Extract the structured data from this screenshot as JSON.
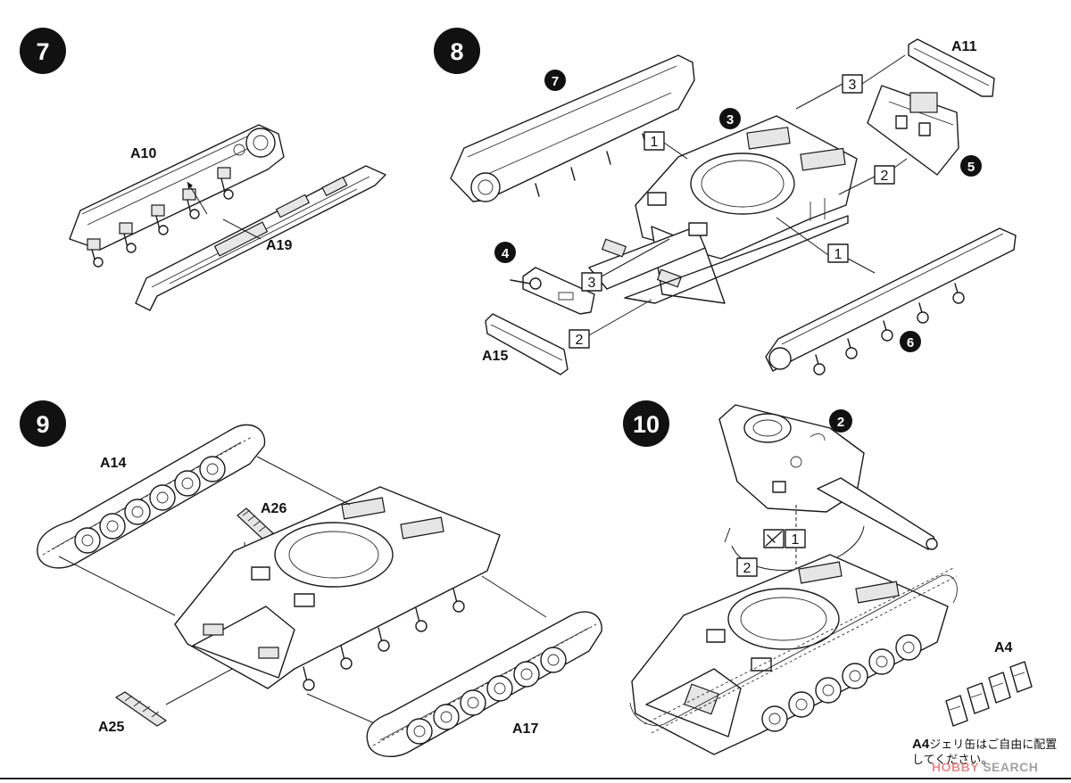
{
  "steps": [
    {
      "number": "7"
    },
    {
      "number": "8"
    },
    {
      "number": "9"
    },
    {
      "number": "10"
    }
  ],
  "step7": {
    "parts": [
      "A10",
      "A19"
    ]
  },
  "step8": {
    "ref_steps": [
      "7",
      "3",
      "4",
      "5",
      "6"
    ],
    "parts": [
      "A11",
      "A15"
    ],
    "boxes": [
      "1",
      "3",
      "2",
      "1",
      "3",
      "2"
    ]
  },
  "step9": {
    "parts": [
      "A14",
      "A26",
      "A25",
      "A17"
    ]
  },
  "step10": {
    "ref_step": "2",
    "boxes": [
      "1",
      "2"
    ],
    "parts": [
      "A4"
    ]
  },
  "note": {
    "part": "A4",
    "text": "ジェリ缶はご自由に配置してください。"
  },
  "watermark": {
    "brand": "HOBBY",
    "suffix": "SEARCH"
  }
}
